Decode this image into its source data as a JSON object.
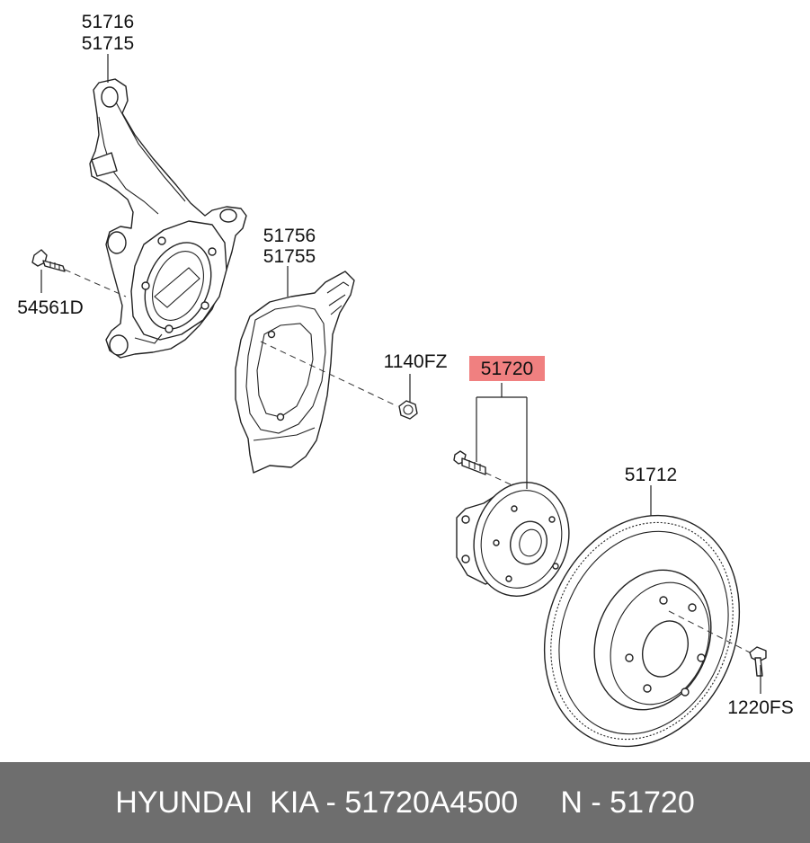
{
  "labels": {
    "knuckle_a": "51716",
    "knuckle_b": "51715",
    "bolt_knuckle": "54561D",
    "shield_a": "51756",
    "shield_b": "51755",
    "bolt_shield": "1140FZ",
    "hub": "51720",
    "disc": "51712",
    "screw_disc": "1220FS"
  },
  "highlight_color": "#f08080",
  "footer": {
    "text": "HYUNDAI  KIA - 51720A4500     N - 51720"
  }
}
